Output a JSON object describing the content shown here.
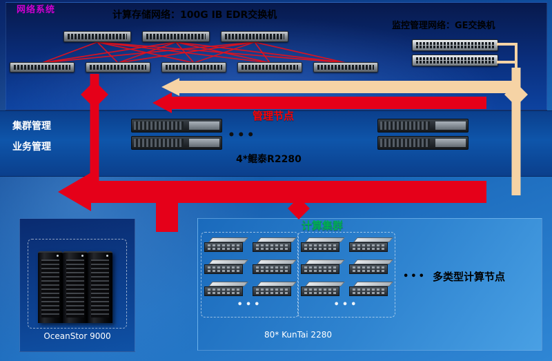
{
  "colors": {
    "red_flow": "#e50019",
    "peach_flow": "#f6d3a5",
    "section_label_magenta": "#d000d0",
    "mgmt_title_red": "#ff0000",
    "compute_title_green": "#00b050",
    "top_panel_navy": "#0a2f7e",
    "body_blue": "#1f6fc0"
  },
  "network": {
    "section_label": "网络系统",
    "storage_net_label": "计算存储网络：100G IB EDR交换机",
    "mgmt_net_label": "监控管理网络：GE交换机",
    "top_switch_count": 3,
    "bottom_switch_count": 5,
    "ge_switch_count": 2
  },
  "management": {
    "title": "管理节点",
    "left_labels": [
      "集群管理",
      "业务管理"
    ],
    "left_server_count": 2,
    "right_server_count": 2,
    "ellipsis": "•••",
    "caption": "4*鲲泰R2280"
  },
  "storage": {
    "label": "OceanStor 9000",
    "tower_count": 3
  },
  "compute": {
    "title": "计算集群",
    "rows": 3,
    "cols": 4,
    "group_ellipsis": "•••",
    "caption": "80* KunTai 2280",
    "side_ellipsis": "•••",
    "side_note": "多类型计算节点"
  }
}
